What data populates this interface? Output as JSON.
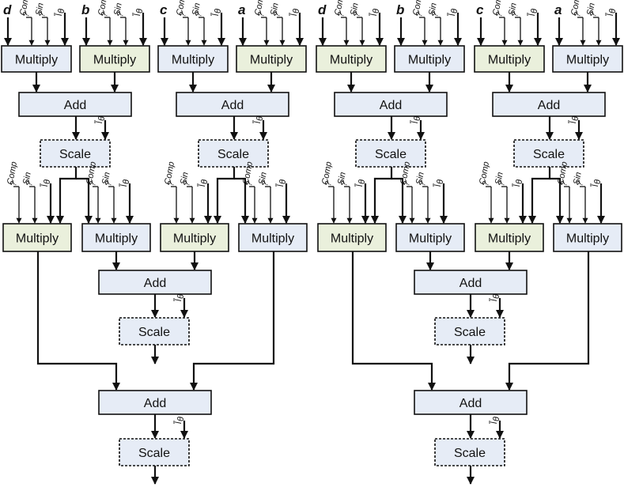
{
  "colors": {
    "blue_fill": "#e6ecf6",
    "green_fill": "#eaf0dc",
    "stroke": "#111111",
    "background": "#ffffff"
  },
  "labels": {
    "multiply": "Multiply",
    "add": "Add",
    "scale": "Scale"
  },
  "controls": {
    "comp": "Comp",
    "q": "?",
    "sin": "Sin",
    "lbar": "l",
    "theta": "θ"
  },
  "inputs": [
    "d",
    "b",
    "c",
    "a",
    "d",
    "b",
    "c",
    "a"
  ],
  "multiplier_colors_row1": [
    "blue",
    "green",
    "blue",
    "green",
    "green",
    "blue",
    "green",
    "blue"
  ],
  "multiplier_colors_row2": [
    "green",
    "blue",
    "green",
    "blue",
    "green",
    "blue",
    "green",
    "blue"
  ]
}
